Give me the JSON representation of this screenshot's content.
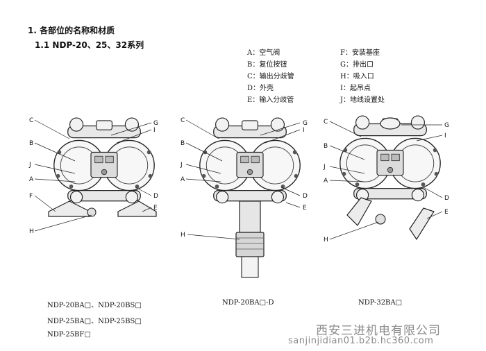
{
  "heading": {
    "section": "1. 各部位的名称和材质",
    "subsection": "1.1 NDP-20、25、32系列"
  },
  "legend": {
    "left": [
      "A：空气阀",
      "B：复位按钮",
      "C：输出分歧管",
      "D：外壳",
      "E：输入分歧管"
    ],
    "right": [
      "F：安装基座",
      "G：排出口",
      "H：吸入口",
      "I：起吊点",
      "J：地线设置处"
    ]
  },
  "callouts": {
    "a": "A",
    "b": "B",
    "c": "C",
    "d": "D",
    "e": "E",
    "f": "F",
    "g": "G",
    "h": "H",
    "i": "I",
    "j": "J"
  },
  "captions": {
    "left": [
      "NDP-20BA□、NDP-20BS□",
      "NDP-25BA□、NDP-25BS□",
      "NDP-25BF□"
    ],
    "middle": "NDP-20BA□-D",
    "right": "NDP-32BA□"
  },
  "watermark": {
    "company": "西安三进机电有限公司",
    "url": "sanjinjidian01.b2b.hc360.com"
  }
}
